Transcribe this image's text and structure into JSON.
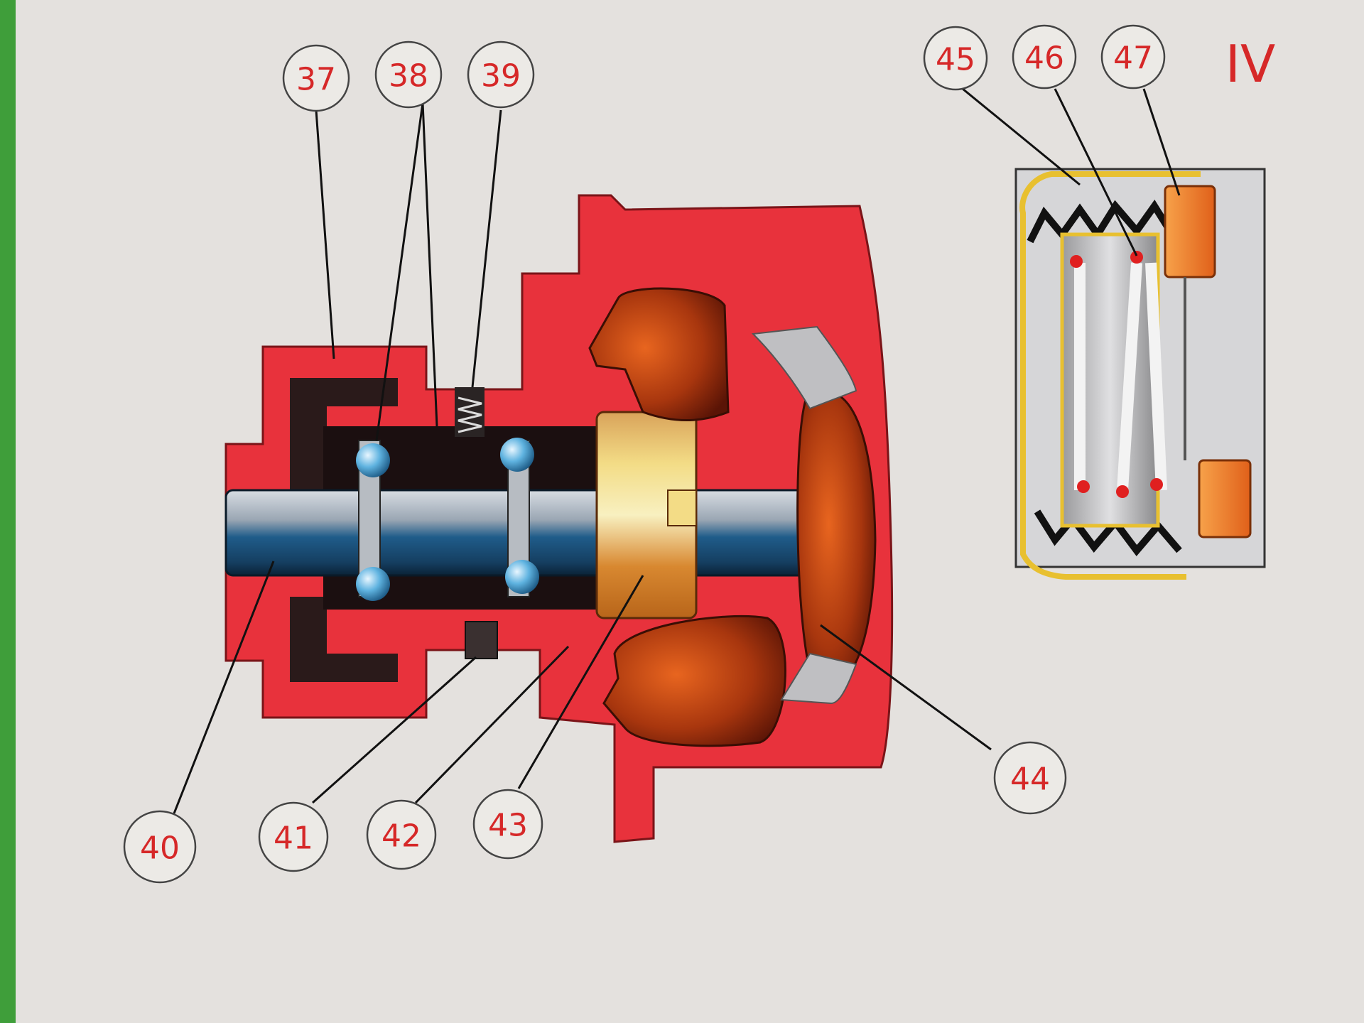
{
  "section_label": "IV",
  "callouts": [
    {
      "id": "c37",
      "label": "37"
    },
    {
      "id": "c38",
      "label": "38"
    },
    {
      "id": "c39",
      "label": "39"
    },
    {
      "id": "c40",
      "label": "40"
    },
    {
      "id": "c41",
      "label": "41"
    },
    {
      "id": "c42",
      "label": "42"
    },
    {
      "id": "c43",
      "label": "43"
    },
    {
      "id": "c44",
      "label": "44"
    },
    {
      "id": "c45",
      "label": "45"
    },
    {
      "id": "c46",
      "label": "46"
    },
    {
      "id": "c47",
      "label": "47"
    }
  ],
  "colors": {
    "paper": "#e4e1de",
    "green_border": "#3f9e3a",
    "housing_red": "#e8323c",
    "dark_gasket": "#2a1a1a",
    "impeller_brown": "#8a2a0e",
    "shaft_blue": "#1f5c8a",
    "bearing_ball": "#5fb3e0",
    "bushing_gold": "#e8b860",
    "seal_orange": "#f07a20",
    "callout_text": "#d62828"
  }
}
